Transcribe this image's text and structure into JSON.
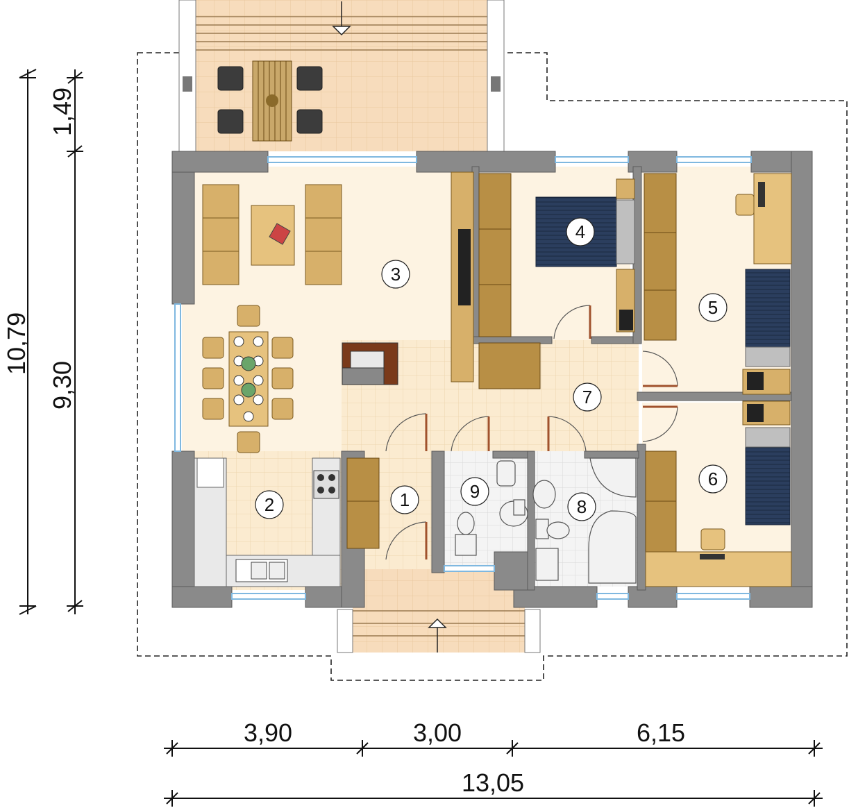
{
  "dimensions": {
    "vertical_total": "10,79",
    "vertical_terrace": "1,49",
    "vertical_house": "9,30",
    "horizontal_a": "3,90",
    "horizontal_b": "3,00",
    "horizontal_c": "6,15",
    "horizontal_total": "13,05"
  },
  "rooms": [
    {
      "number": "1"
    },
    {
      "number": "2"
    },
    {
      "number": "3"
    },
    {
      "number": "4"
    },
    {
      "number": "5"
    },
    {
      "number": "6"
    },
    {
      "number": "7"
    },
    {
      "number": "8"
    },
    {
      "number": "9"
    }
  ],
  "colors": {
    "wall": "#8a8a8a",
    "floor": "#fdf3e2",
    "tile": "#f6e6c8",
    "furniture": "#d7b06a",
    "bed": "#2b3e5e",
    "window": "#7fb8e0",
    "door_leaf": "#a0522d"
  }
}
